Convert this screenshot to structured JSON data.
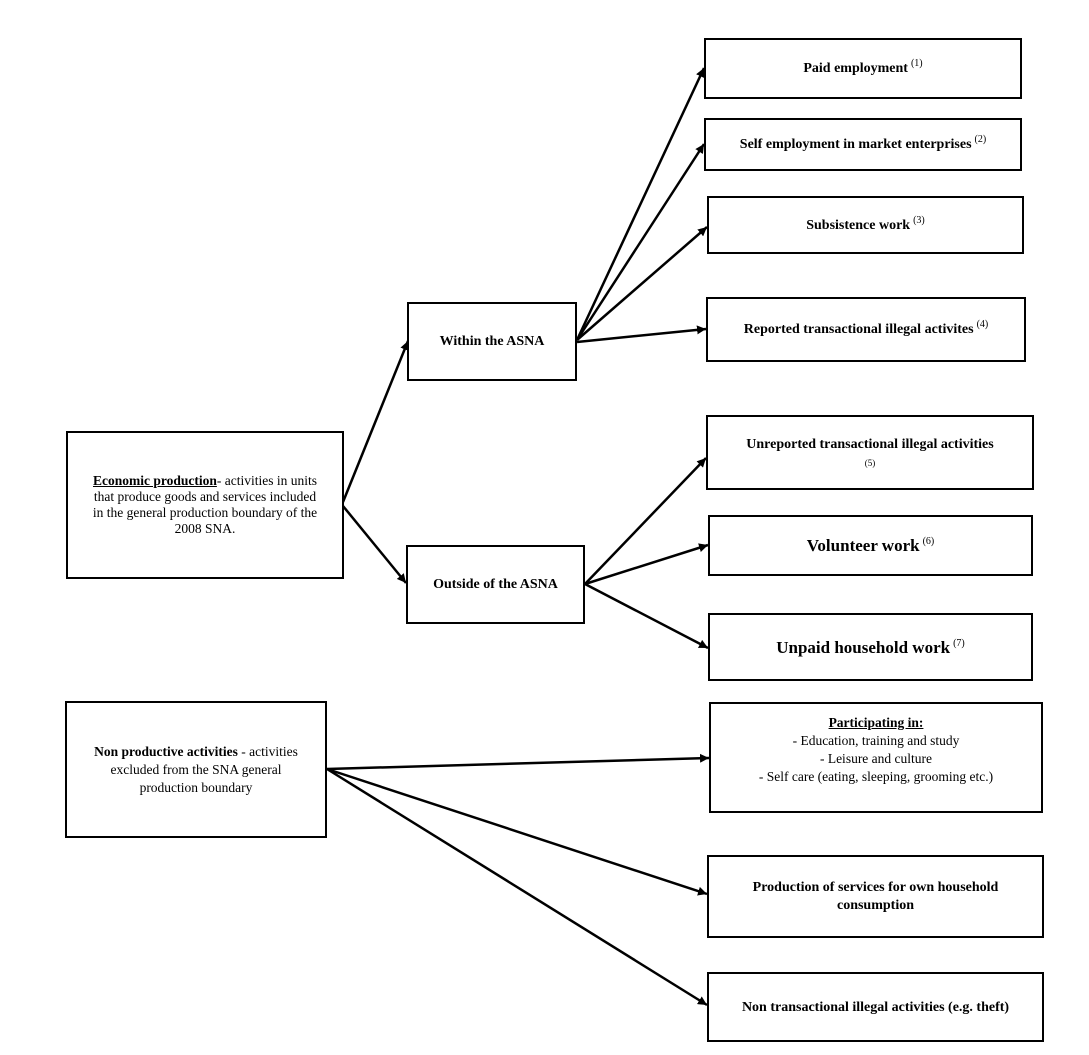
{
  "economic": {
    "heading": "Economic production",
    "text": "- activities in units that produce goods and services included in the general production boundary of the 2008 SNA."
  },
  "within": {
    "label": "Within the ASNA"
  },
  "outside": {
    "label": "Outside of the ASNA"
  },
  "nonproductive": {
    "heading": "Non productive activities",
    "text": " - activities excluded from the SNA general production boundary"
  },
  "within_items": [
    {
      "label": "Paid employment",
      "note": "(1)"
    },
    {
      "label": "Self employment in market enterprises",
      "note": "(2)"
    },
    {
      "label": "Subsistence work",
      "note": "(3)"
    },
    {
      "label": "Reported transactional illegal activites",
      "note": "(4)"
    }
  ],
  "outside_items": [
    {
      "label": "Unreported transactional illegal activities",
      "note": "(5)"
    },
    {
      "label": "Volunteer work",
      "note": "(6)"
    },
    {
      "label": "Unpaid household work",
      "note": "(7)"
    }
  ],
  "participating": {
    "heading": "Participating in:",
    "items": [
      "- Education, training and study",
      "- Leisure and culture",
      "- Self care (eating, sleeping, grooming etc.)"
    ]
  },
  "production_services": {
    "label": "Production of services for own household consumption"
  },
  "non_transactional": {
    "label": "Non transactional illegal activities (e.g. theft)"
  }
}
